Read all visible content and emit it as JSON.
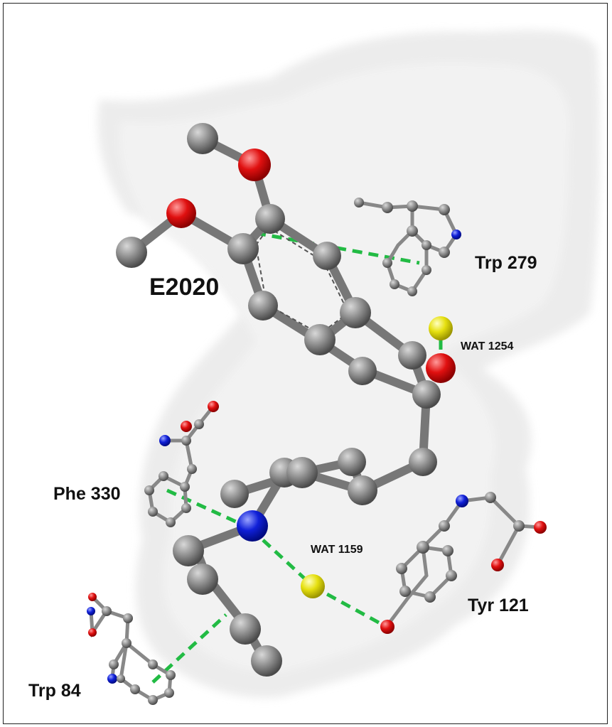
{
  "labels": {
    "ligand": "E2020",
    "trp279": "Trp 279",
    "wat1254": "WAT 1254",
    "phe330": "Phe 330",
    "wat1159": "WAT 1159",
    "tyr121": "Tyr 121",
    "trp84": "Trp 84"
  },
  "colors": {
    "carbon": "#8c8c8c",
    "oxygen": "#e01010",
    "nitrogen": "#1020d8",
    "water": "#e6e010",
    "interaction": "#22bb44",
    "surface": "#e6e6e6"
  }
}
